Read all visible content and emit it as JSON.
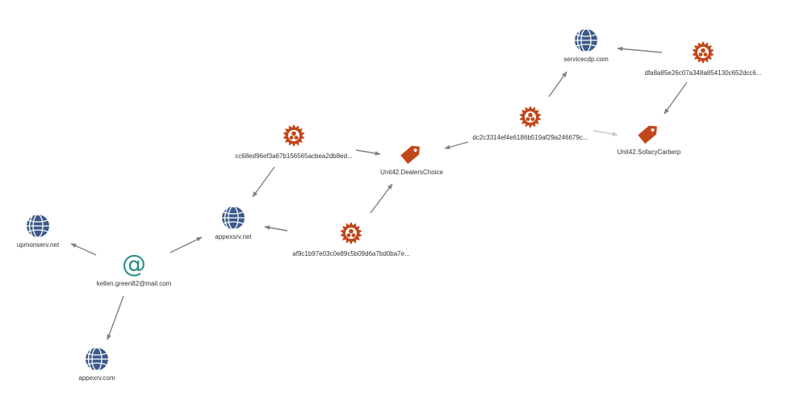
{
  "colors": {
    "domain": "#3d5a8a",
    "malware": "#c2471a",
    "tag": "#c2471a",
    "email": "#2a8f8b",
    "edge": "#808080",
    "edge_faint": "#c8c8c8"
  },
  "nodes": [
    {
      "id": "servicecdp",
      "type": "domain",
      "icon": "globe-icon",
      "label": "servicecdp.com"
    },
    {
      "id": "dfa8",
      "type": "malware",
      "icon": "malware-icon",
      "label": "dfa8a85e26c07a348a854130c652dcc6..."
    },
    {
      "id": "dc2c",
      "type": "malware",
      "icon": "malware-icon",
      "label": "dc2c3314ef4e6186b519af29a246679c..."
    },
    {
      "id": "sofacy",
      "type": "tag",
      "icon": "tag-icon",
      "label": "Unit42.SofacyCarberp"
    },
    {
      "id": "cc68",
      "type": "malware",
      "icon": "malware-icon",
      "label": "cc68ed96ef3a67b156565acbea2db8ed..."
    },
    {
      "id": "dealers",
      "type": "tag",
      "icon": "tag-icon",
      "label": "Unit42.DealersChoice"
    },
    {
      "id": "upmonserv",
      "type": "domain",
      "icon": "globe-icon",
      "label": "upmonserv.net"
    },
    {
      "id": "appexsrv",
      "type": "domain",
      "icon": "globe-icon",
      "label": "appexsrv.net"
    },
    {
      "id": "af9c",
      "type": "malware",
      "icon": "malware-icon",
      "label": "af9c1b97e03c0e89c5b09d6a7bd0ba7e..."
    },
    {
      "id": "email",
      "type": "email",
      "icon": "at-icon",
      "label": "kellen.green82@mail.com"
    },
    {
      "id": "appexrv",
      "type": "domain",
      "icon": "globe-icon",
      "label": "appexrv.com"
    }
  ],
  "edges": [
    {
      "from": "dfa8",
      "to": "servicecdp"
    },
    {
      "from": "dfa8",
      "to": "sofacy"
    },
    {
      "from": "dc2c",
      "to": "servicecdp"
    },
    {
      "from": "dc2c",
      "to": "sofacy",
      "faint": true
    },
    {
      "from": "dc2c",
      "to": "dealers"
    },
    {
      "from": "cc68",
      "to": "dealers"
    },
    {
      "from": "cc68",
      "to": "appexsrv"
    },
    {
      "from": "af9c",
      "to": "dealers"
    },
    {
      "from": "af9c",
      "to": "appexsrv"
    },
    {
      "from": "email",
      "to": "upmonserv"
    },
    {
      "from": "email",
      "to": "appexsrv"
    },
    {
      "from": "email",
      "to": "appexrv"
    }
  ]
}
